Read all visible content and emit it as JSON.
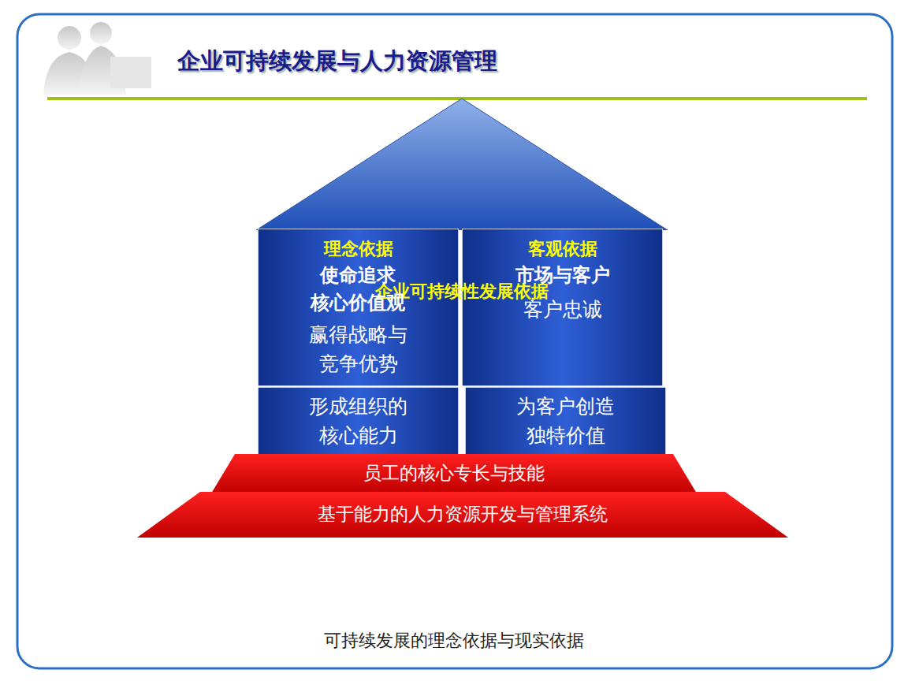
{
  "diagram": {
    "title": "企业可持续发展与人力资源管理",
    "caption": "可持续发展的理念依据与现实依据",
    "nodes": [
      {
        "text": [
          "企业可持续性发展依据"
        ]
      },
      {
        "text": [
          "理念依据",
          "使命追求 核心价值观",
          "赢得战略与 竞争优势"
        ]
      },
      {
        "text": [
          "客观依据",
          "市场与客户",
          "客户忠诚"
        ]
      },
      {
        "text": [
          "形成组织的 核心能力"
        ]
      },
      {
        "text": [
          "为客户创造 独特价值"
        ]
      },
      {
        "text": [
          "员工的核心专长与技能"
        ]
      },
      {
        "text": [
          "基于能力的人力资源开发与管理系统"
        ]
      }
    ]
  }
}
